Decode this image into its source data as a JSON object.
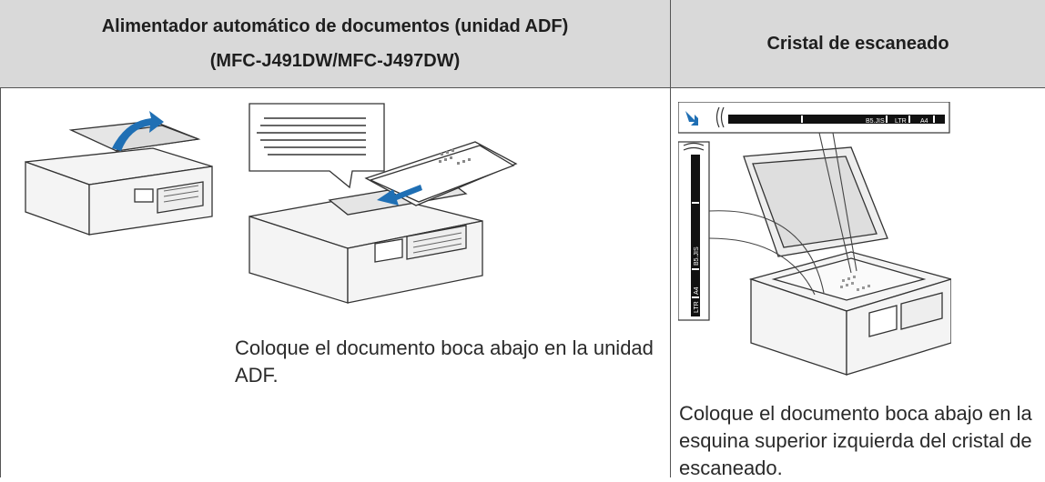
{
  "headers": {
    "adf_line1": "Alimentador automático de documentos (unidad ADF)",
    "adf_line2": "(MFC-J491DW/MFC-J497DW)",
    "glass": "Cristal de escaneado"
  },
  "captions": {
    "adf": "Coloque el documento boca abajo en la unidad ADF.",
    "glass": "Coloque el documento boca abajo en la esquina superior izquierda del cristal de escaneado."
  },
  "glass_ruler": {
    "top_labels": [
      "B5.JIS",
      "LTR",
      "A4"
    ],
    "side_labels": [
      "B5.JIS",
      "A4",
      "LTR"
    ]
  }
}
